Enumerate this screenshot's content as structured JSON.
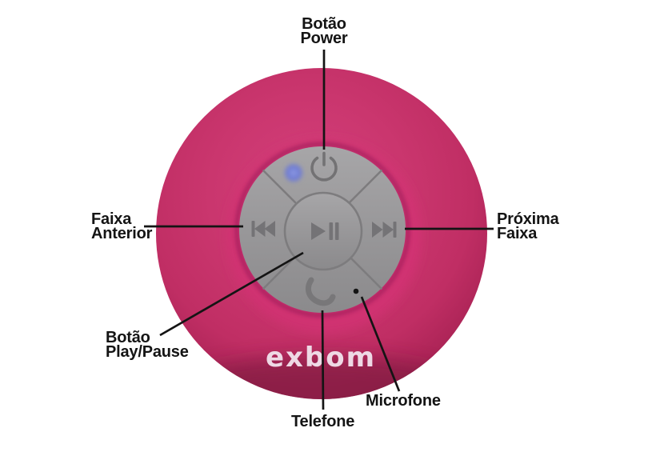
{
  "figure": {
    "description": "Annotated product diagram of a pink waterproof bluetooth shower speaker with suction cup, gray control pad and Portuguese callout labels",
    "background_color": "#ffffff",
    "product": {
      "brand": {
        "logo_text": "exbom",
        "logo_color": "#eed9e5"
      },
      "body_color": "#c9356d",
      "dome_color": "#d43877",
      "pad_color": "#9a999b",
      "icon_color": "#757477",
      "led_color": "#6f7cd4",
      "leader_line_color": "#141414"
    },
    "labels": {
      "power": {
        "line1": "Botão",
        "line2": "Power"
      },
      "previous_track": {
        "line1": "Faixa",
        "line2": "Anterior"
      },
      "next_track": {
        "line1": "Próxima",
        "line2": "Faixa"
      },
      "play_pause": {
        "line1": "Botão",
        "line2": "Play/Pause"
      },
      "phone": {
        "text": "Telefone"
      },
      "microphone": {
        "text": "Microfone"
      }
    },
    "icons": [
      "power-icon",
      "power-led",
      "previous-track-icon",
      "next-track-icon",
      "play-pause-icon",
      "phone-icon",
      "microphone-hole"
    ]
  }
}
